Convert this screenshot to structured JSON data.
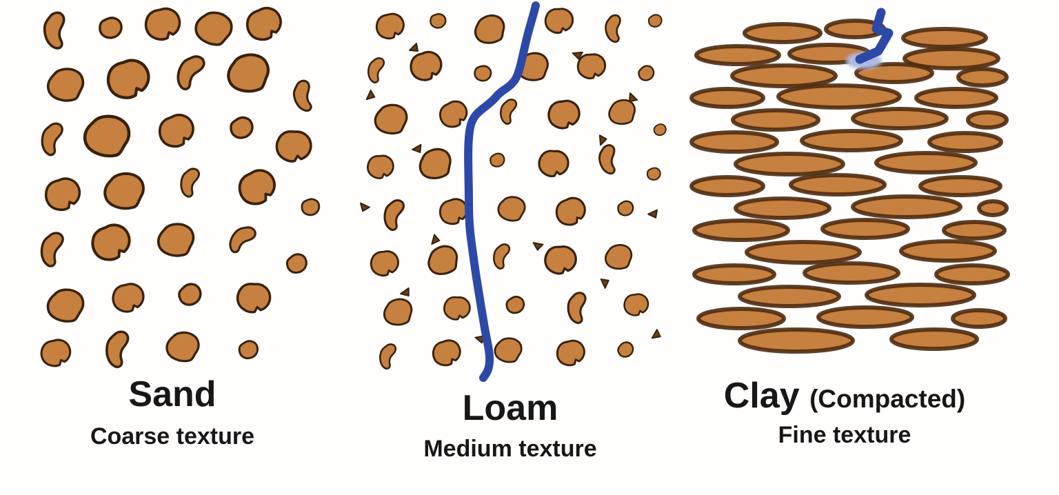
{
  "figure": {
    "background_color": "#fffefd",
    "particle_fill_color": "#c6803f",
    "particle_outline_color": "#38220c",
    "clay_outline_color": "#4e2b10",
    "water_color": "#2d49a7",
    "text_color": "#171717"
  },
  "panels": [
    {
      "id": "sand",
      "title": "Sand",
      "subtitle": "Coarse texture",
      "particle_type": "large irregular grains, loosely packed"
    },
    {
      "id": "loam",
      "title": "Loam",
      "subtitle": "Medium texture",
      "particle_type": "medium irregular grains with fine specks",
      "water": "blue line infiltrating from top to bottom"
    },
    {
      "id": "clay",
      "title": "Clay",
      "title_suffix": "(Compacted)",
      "subtitle": "Fine texture",
      "particle_type": "flat plate-like particles tightly stacked",
      "water": "blue squiggle blocked at surface"
    }
  ]
}
